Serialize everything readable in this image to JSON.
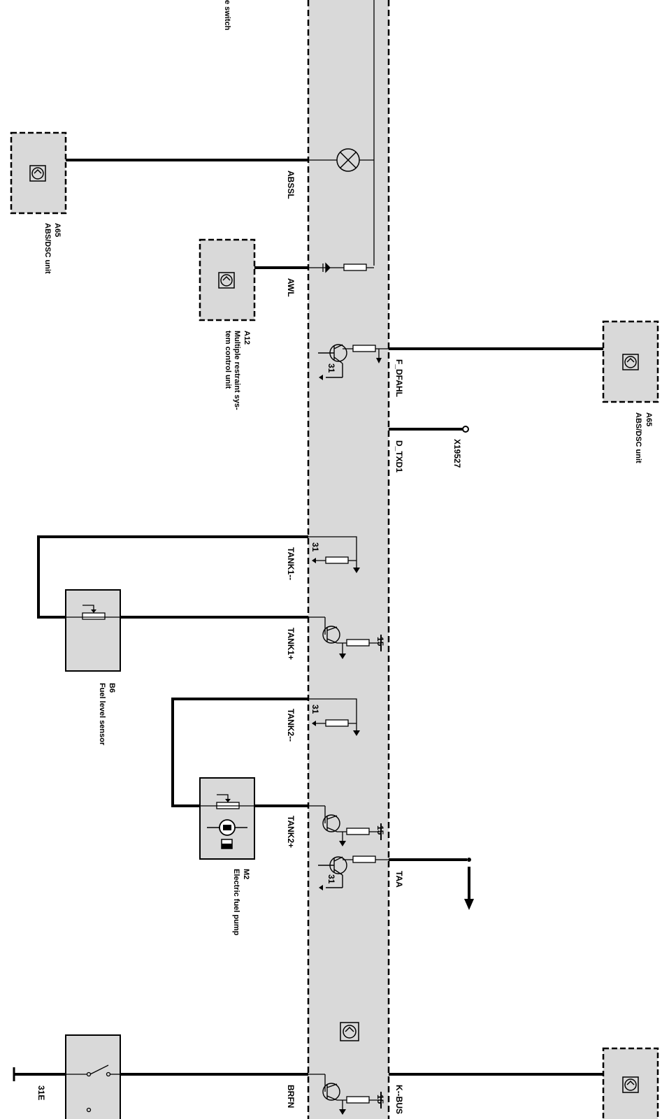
{
  "top_label": "e switch",
  "units": {
    "a65_left": {
      "ref": "A65",
      "name": "ABS/DSC unit"
    },
    "a12": {
      "ref": "A12",
      "name_line1": "Multiple restraint sys-",
      "name_line2": "tem control unit"
    },
    "a65_right": {
      "ref": "A65",
      "name": "ABS/DSC unit"
    },
    "b6": {
      "ref": "B6",
      "name": "Fuel level sensor"
    },
    "m2": {
      "ref": "M2",
      "name": "Electric fuel pump"
    }
  },
  "signals": {
    "abssl": "ABSSL",
    "awl": "AWL",
    "f_dfahl": "F_DFAHL",
    "d_txd1": "D_TXD1",
    "x19527": "X19527",
    "tank1_minus": "TANK1--",
    "tank1_plus": "TANK1+",
    "tank2_minus": "TANK2--",
    "tank2_plus": "TANK2+",
    "taa": "TAA",
    "brfn": "BRFN",
    "k_bus": "K--BUS",
    "e31": "31E"
  },
  "terminals": {
    "t31": "31",
    "t15": "15"
  }
}
